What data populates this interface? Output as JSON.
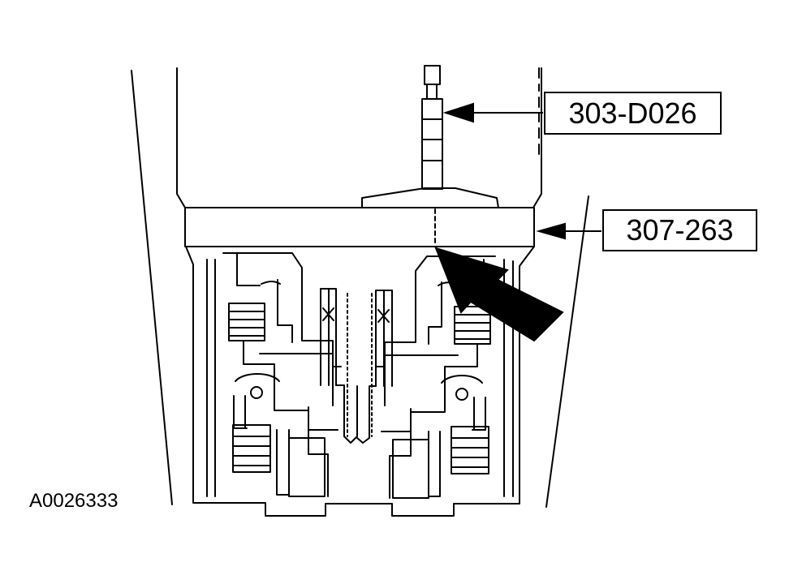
{
  "callouts": {
    "top_label": "303-D026",
    "middle_label": "307-263"
  },
  "figure_id": "A0026333",
  "colors": {
    "line": "#000000",
    "background": "#ffffff"
  }
}
